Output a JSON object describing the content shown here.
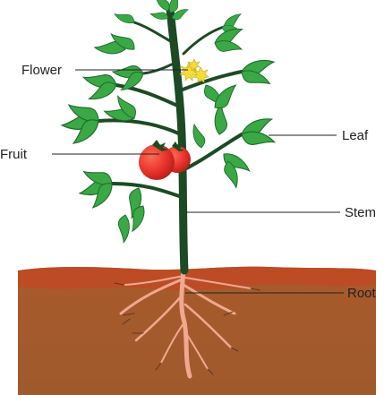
{
  "labels": {
    "flower": "Flower",
    "fruit": "Fruit",
    "leaf": "Leaf",
    "stem": "Stem",
    "root": "Root"
  },
  "colors": {
    "leaf": "#39a845",
    "leaf_dark": "#1e6b2a",
    "stem": "#1c4a24",
    "fruit": "#e8342c",
    "flower": "#f3dc3a",
    "soil": "#a45b2c",
    "soil_top": "#b84625",
    "root": "#f0a890",
    "pointer": "#222222"
  },
  "icons": [
    "tomato-plant",
    "soil",
    "roots"
  ]
}
